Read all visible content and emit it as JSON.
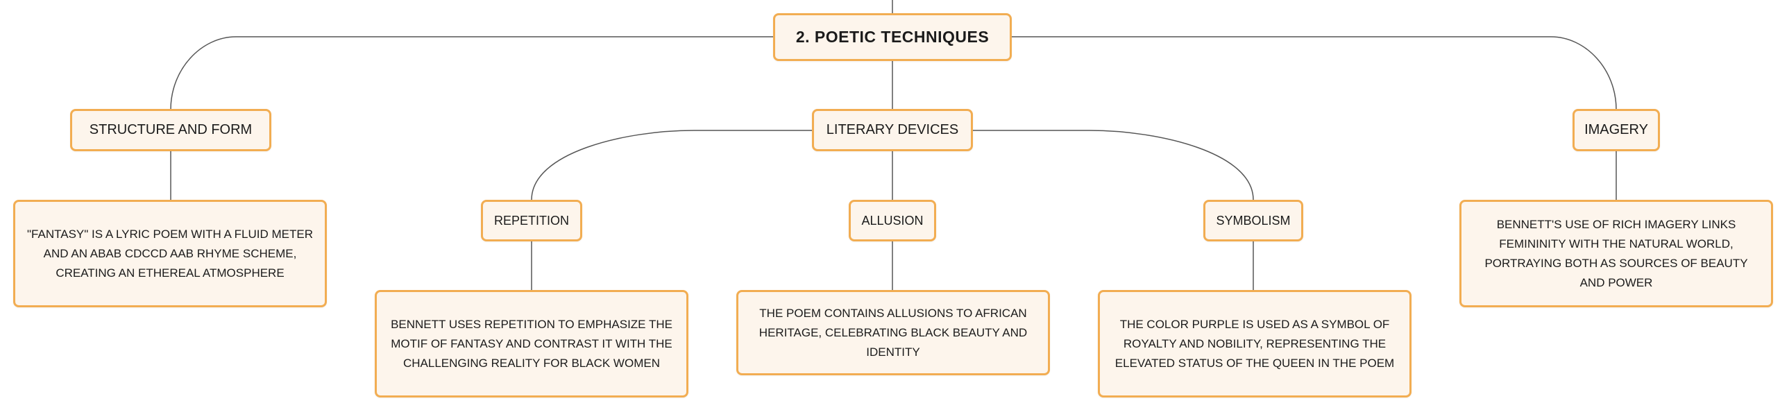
{
  "colors": {
    "node_fill": "#fdf5ec",
    "node_border": "#f2ad52",
    "edge": "#555555",
    "text": "#1b1b1b"
  },
  "root": {
    "label": "2. POETIC TECHNIQUES"
  },
  "branches": {
    "structure": {
      "label": "STRUCTURE AND FORM",
      "detail": "\"FANTASY\" IS A LYRIC POEM WITH A FLUID METER AND AN ABAB CDCCD AAB RHYME SCHEME, CREATING AN ETHEREAL ATMOSPHERE"
    },
    "literary": {
      "label": "LITERARY DEVICES",
      "children": {
        "repetition": {
          "label": "REPETITION",
          "detail": "BENNETT USES REPETITION TO EMPHASIZE THE MOTIF OF FANTASY AND CONTRAST IT WITH THE CHALLENGING REALITY FOR BLACK WOMEN"
        },
        "allusion": {
          "label": "ALLUSION",
          "detail": "THE POEM CONTAINS ALLUSIONS TO AFRICAN HERITAGE, CELEBRATING BLACK BEAUTY AND IDENTITY"
        },
        "symbolism": {
          "label": "SYMBOLISM",
          "detail": "THE COLOR PURPLE IS USED AS A SYMBOL OF ROYALTY AND NOBILITY, REPRESENTING THE ELEVATED STATUS OF THE QUEEN IN THE POEM"
        }
      }
    },
    "imagery": {
      "label": "IMAGERY",
      "detail": "BENNETT'S USE OF RICH IMAGERY LINKS FEMININITY WITH THE NATURAL WORLD, PORTRAYING BOTH AS SOURCES OF BEAUTY AND POWER"
    }
  }
}
